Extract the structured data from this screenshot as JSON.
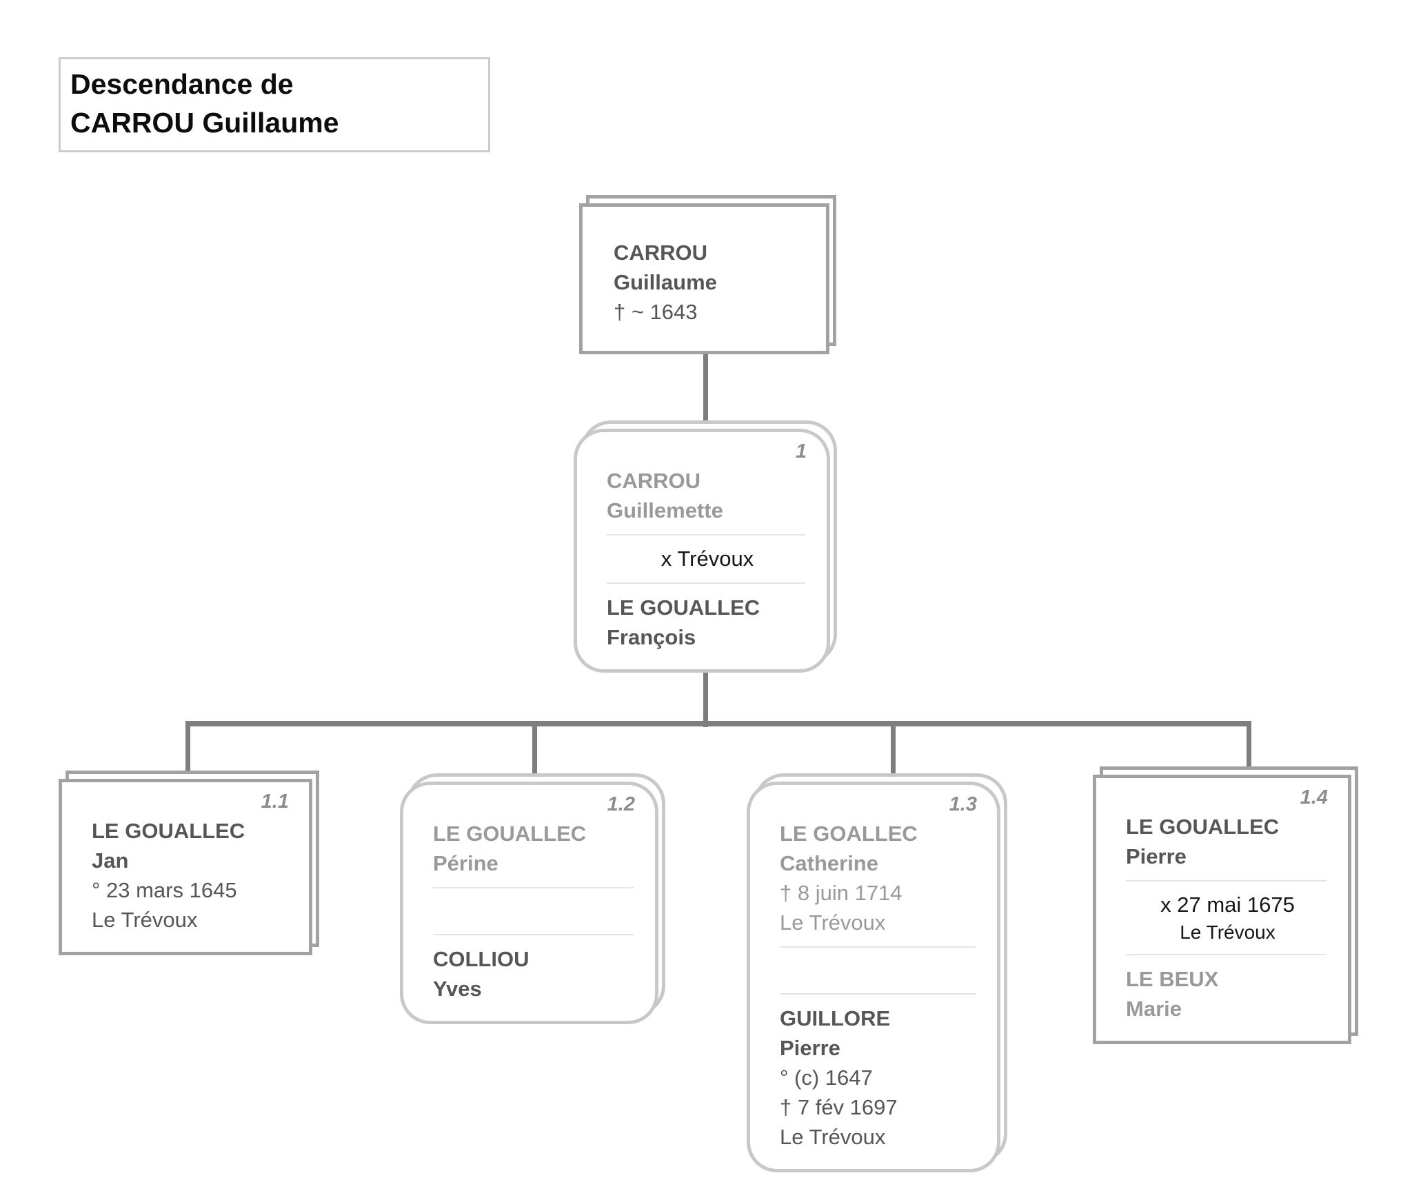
{
  "title": {
    "line1": "Descendance de",
    "line2": "CARROU Guillaume"
  },
  "colors": {
    "sharp_box_border": "#a2a2a2",
    "rounded_box_border": "#c8c8c8",
    "connector_line": "#7e7e7e",
    "dark_text": "#565656",
    "light_text": "#999999",
    "marriage_text": "#161616",
    "divider": "#e4e4e4"
  },
  "nodes": {
    "root": {
      "number": "",
      "person1": {
        "surname": "CARROU",
        "given": "Guillaume",
        "events": [
          "† ~ 1643"
        ]
      }
    },
    "gen1": {
      "number": "1",
      "person1": {
        "surname": "CARROU",
        "given": "Guillemette",
        "events": []
      },
      "marriage": [
        "x Trévoux"
      ],
      "person2": {
        "surname": "LE GOUALLEC",
        "given": "François",
        "events": []
      }
    },
    "c1": {
      "number": "1.1",
      "person1": {
        "surname": "LE GOUALLEC",
        "given": "Jan",
        "events": [
          "° 23 mars 1645",
          "Le Trévoux"
        ]
      }
    },
    "c2": {
      "number": "1.2",
      "person1": {
        "surname": "LE GOUALLEC",
        "given": "Périne",
        "events": []
      },
      "marriage": [],
      "person2": {
        "surname": "COLLIOU",
        "given": "Yves",
        "events": []
      }
    },
    "c3": {
      "number": "1.3",
      "person1": {
        "surname": "LE GOALLEC",
        "given": "Catherine",
        "events": [
          "† 8 juin 1714",
          "Le Trévoux"
        ]
      },
      "marriage": [],
      "person2": {
        "surname": "GUILLORE",
        "given": "Pierre",
        "events": [
          "° (c) 1647",
          "† 7 fév 1697",
          "Le Trévoux"
        ]
      }
    },
    "c4": {
      "number": "1.4",
      "person1": {
        "surname": "LE GOUALLEC",
        "given": "Pierre",
        "events": []
      },
      "marriage": [
        "x 27 mai 1675",
        "Le Trévoux"
      ],
      "person2": {
        "surname": "LE BEUX",
        "given": "Marie",
        "events": []
      }
    }
  }
}
